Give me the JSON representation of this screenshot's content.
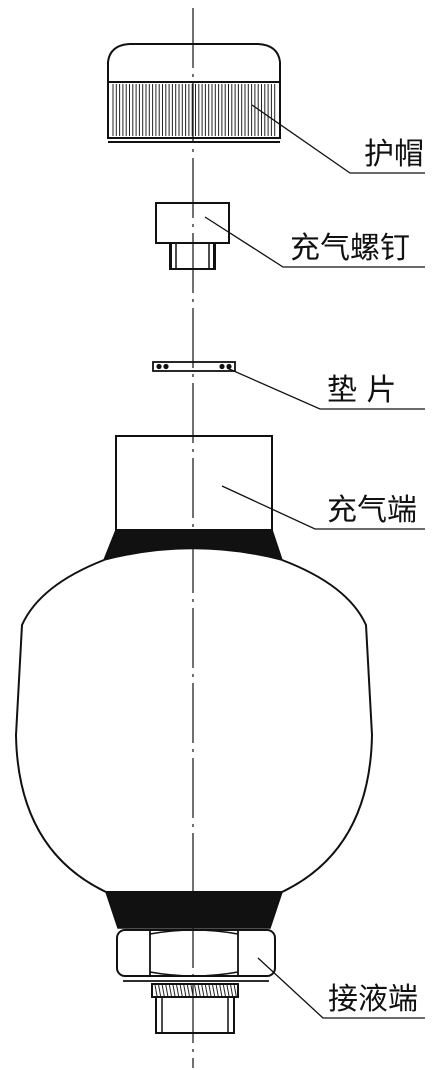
{
  "diagram": {
    "type": "exploded assembly drawing",
    "labels": {
      "cap": "护帽",
      "charging_screw": "充气螺钉",
      "gasket": "垫 片",
      "charging_end": "充气端",
      "liquid_end": "接液端"
    },
    "colors": {
      "line": "#111111",
      "fill_dark": "#111111",
      "background": "#ffffff"
    }
  }
}
